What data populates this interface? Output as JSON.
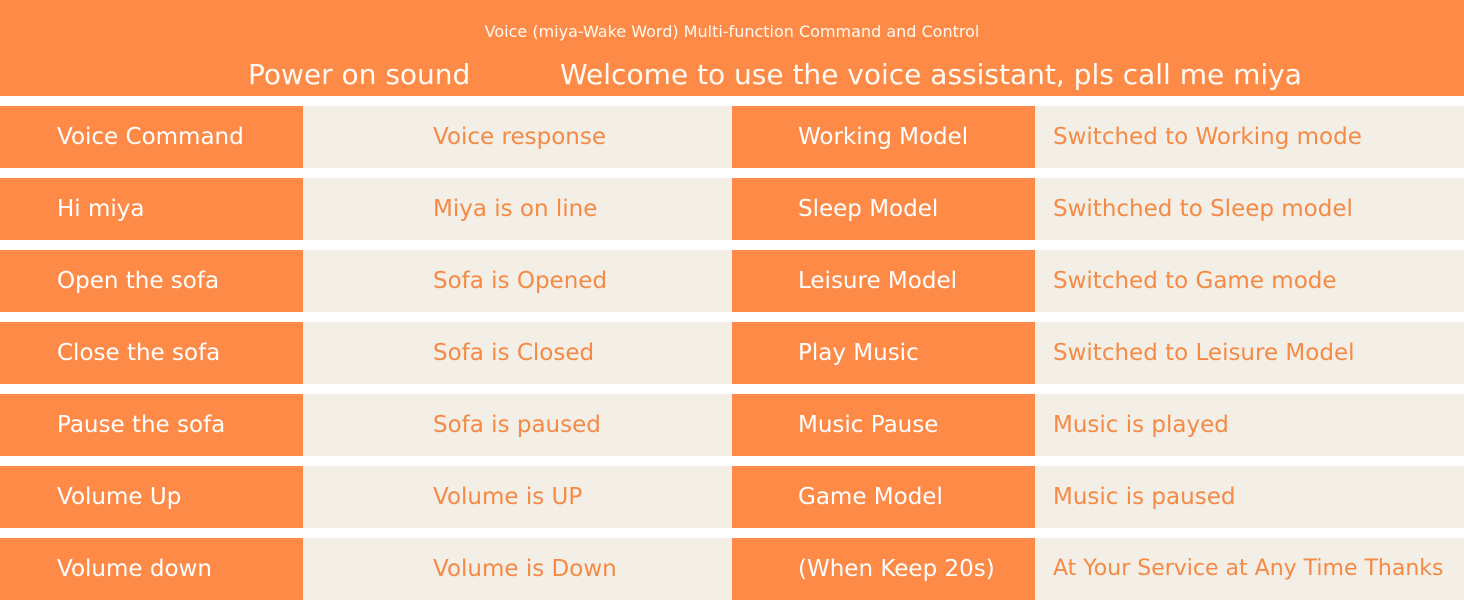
{
  "header": {
    "title": "Voice (miya-Wake Word) Multi-function Command and Control",
    "sub_left": "Power on sound",
    "sub_right": "Welcome to use the voice assistant, pls call me miya"
  },
  "rows": [
    {
      "command": "Voice Command",
      "response": "Voice response",
      "mode": "Working Model",
      "mode_response": "Switched to Working mode"
    },
    {
      "command": "Hi miya",
      "response": "Miya is on line",
      "mode": "Sleep Model",
      "mode_response": "Swithched to Sleep model"
    },
    {
      "command": "Open the sofa",
      "response": "Sofa is Opened",
      "mode": "Leisure Model",
      "mode_response": "Switched to Game mode"
    },
    {
      "command": "Close the sofa",
      "response": "Sofa is Closed",
      "mode": "Play Music",
      "mode_response": "Switched to Leisure Model"
    },
    {
      "command": "Pause the sofa",
      "response": "Sofa is paused",
      "mode": "Music Pause",
      "mode_response": "Music is played"
    },
    {
      "command": "Volume Up",
      "response": "Volume is UP",
      "mode": "Game Model",
      "mode_response": "Music is paused"
    },
    {
      "command": "Volume down",
      "response": "Volume is Down",
      "mode": "(When Keep 20s)",
      "mode_response": "At Your Service at Any Time Thanks"
    }
  ],
  "colors": {
    "accent": "#fe8a47",
    "cell_bg": "#f3eee6",
    "accent_text": "#f58a45",
    "light_text": "#ffffff"
  }
}
